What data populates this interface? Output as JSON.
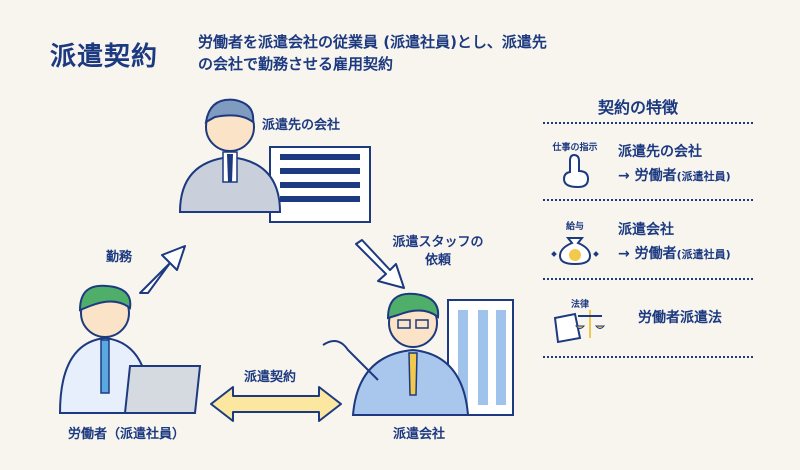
{
  "header": {
    "title": "派遣契約",
    "description": "労働者を派遣会社の従業員 (派遣社員)とし、派遣先の会社で勤務させる雇用契約"
  },
  "diagram": {
    "client_company": "派遣先の会社",
    "work_label": "勤務",
    "request_label": "派遣スタッフの依頼",
    "contract_label": "派遣契約",
    "worker_label": "労働者（派遣社員）",
    "agency_label": "派遣会社"
  },
  "features": {
    "heading": "契約の特徴",
    "items": [
      {
        "icon": "pointing-hand-icon",
        "tag": "仕事の指示",
        "line1": "派遣先の会社",
        "line2_arrow": "→",
        "line2_main": "労働者",
        "line2_paren": "(派遣社員)"
      },
      {
        "icon": "money-bag-icon",
        "tag": "給与",
        "line1": "派遣会社",
        "line2_arrow": "→",
        "line2_main": "労働者",
        "line2_paren": "(派遣社員)"
      },
      {
        "icon": "law-book-scales-icon",
        "tag": "法律",
        "line1": "労働者派遣法"
      }
    ]
  },
  "colors": {
    "navy": "#1d3a80",
    "background": "#f7f5ee",
    "arrow_yellow": "#fbe7a0",
    "skin": "#fbe3c8",
    "hair": "#4fae6a",
    "shirt": "#e7eefc"
  }
}
